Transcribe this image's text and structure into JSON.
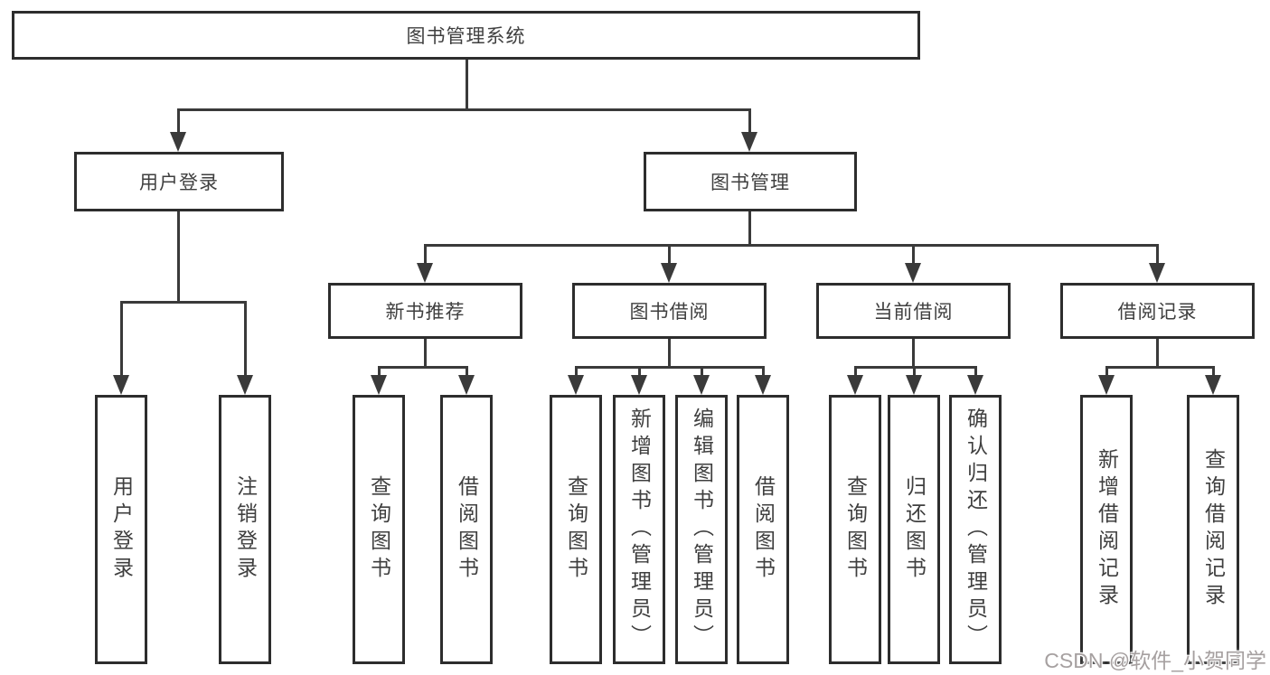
{
  "tree": {
    "root": {
      "label": "图书管理系统"
    },
    "branches": [
      {
        "label": "用户登录",
        "children": [
          {
            "label": "用户登录"
          },
          {
            "label": "注销登录"
          }
        ]
      },
      {
        "label": "图书管理",
        "children": [
          {
            "label": "新书推荐",
            "children": [
              {
                "label": "查询图书"
              },
              {
                "label": "借阅图书"
              }
            ]
          },
          {
            "label": "图书借阅",
            "children": [
              {
                "label": "查询图书"
              },
              {
                "label": "新增图书（管理员）"
              },
              {
                "label": "编辑图书（管理员）"
              },
              {
                "label": "借阅图书"
              }
            ]
          },
          {
            "label": "当前借阅",
            "children": [
              {
                "label": "查询图书"
              },
              {
                "label": "归还图书"
              },
              {
                "label": "确认归还（管理员）"
              }
            ]
          },
          {
            "label": "借阅记录",
            "children": [
              {
                "label": "新增借阅记录"
              },
              {
                "label": "查询借阅记录"
              }
            ]
          }
        ]
      }
    ]
  },
  "watermark": {
    "text": "CSDN @软件_小贺同学"
  },
  "colors": {
    "line": "#3a3a3a",
    "box_border": "#2d2d2d",
    "text": "#3f3f3f",
    "watermark": "#a6a0a0",
    "background": "#ffffff"
  }
}
